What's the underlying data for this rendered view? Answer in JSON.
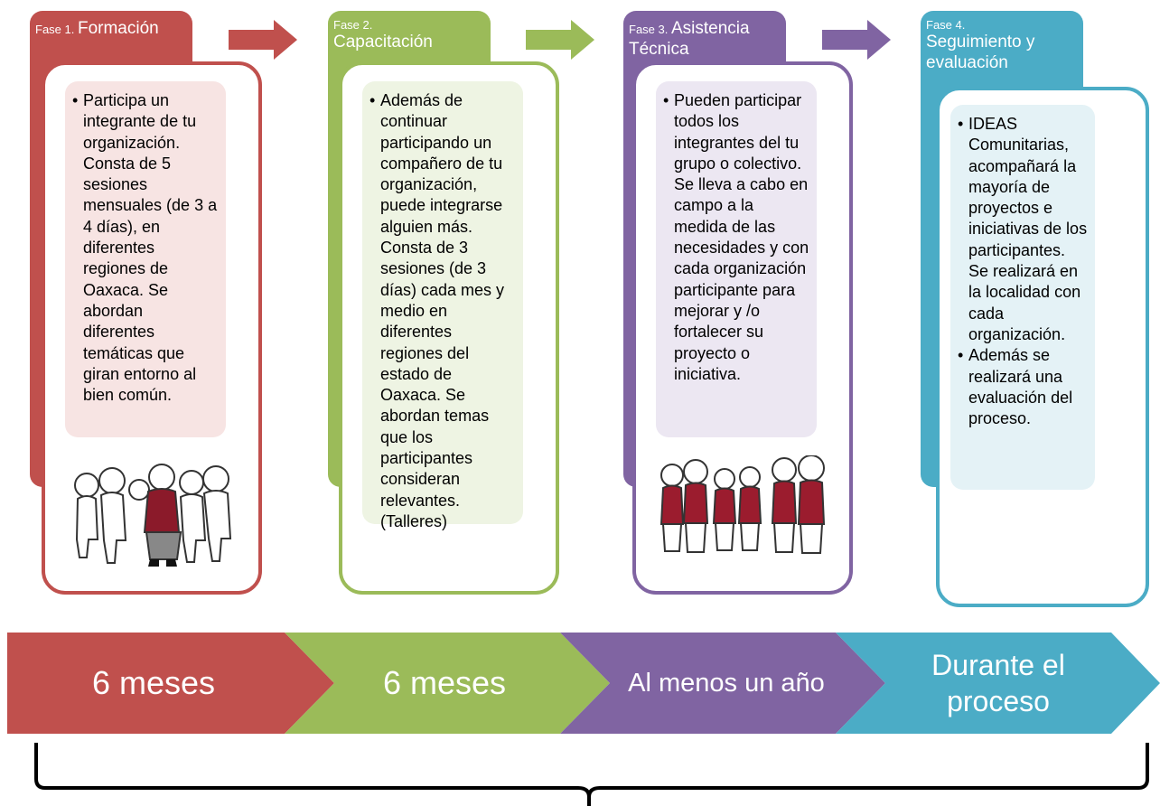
{
  "colors": {
    "phase1": "#c0504d",
    "phase1_light": "#f7e4e3",
    "phase2": "#9bbb59",
    "phase2_light": "#eef4e3",
    "phase3": "#8064a2",
    "phase3_light": "#ece7f2",
    "phase4": "#4bacc6",
    "phase4_light": "#e4f2f6",
    "arrow1": "#c0504d",
    "arrow2": "#9bbb59",
    "arrow3": "#8064a2"
  },
  "phases": [
    {
      "prefix": "Fase 1. ",
      "title": "Formación",
      "bullets": [
        "Participa un integrante de tu organización. Consta de 5 sesiones mensuales (de 3 a 4 días), en diferentes regiones de Oaxaca. Se abordan diferentes temáticas que giran entorno al bien común."
      ],
      "illustration": "people-group-icon"
    },
    {
      "prefix": "Fase 2.",
      "title": "Capacitación",
      "bullets": [
        "Además de continuar participando un compañero de tu organización, puede integrarse alguien más. Consta de 3 sesiones (de 3 días) cada mes y medio en diferentes regiones del estado de Oaxaca. Se abordan temas que los participantes consideran relevantes. (Talleres)"
      ]
    },
    {
      "prefix": "Fase 3. ",
      "title": "Asistencia Técnica",
      "bullets": [
        "Pueden participar todos los integrantes del tu grupo o colectivo. Se lleva a cabo en campo a la medida de las necesidades y con cada organización participante para mejorar y /o fortalecer su proyecto o iniciativa."
      ],
      "illustration": "people-group-icon"
    },
    {
      "prefix": "Fase 4.",
      "title": "Seguimiento y evaluación",
      "bullets": [
        "IDEAS Comunitarias, acompañará la mayoría de proyectos e iniciativas de los participantes. Se realizará en la localidad con cada organización.",
        "Además se realizará una evaluación del proceso."
      ]
    }
  ],
  "timeline": [
    {
      "label": "6 meses"
    },
    {
      "label": "6 meses"
    },
    {
      "label": "Al menos un año"
    },
    {
      "label": "Durante el proceso"
    }
  ]
}
